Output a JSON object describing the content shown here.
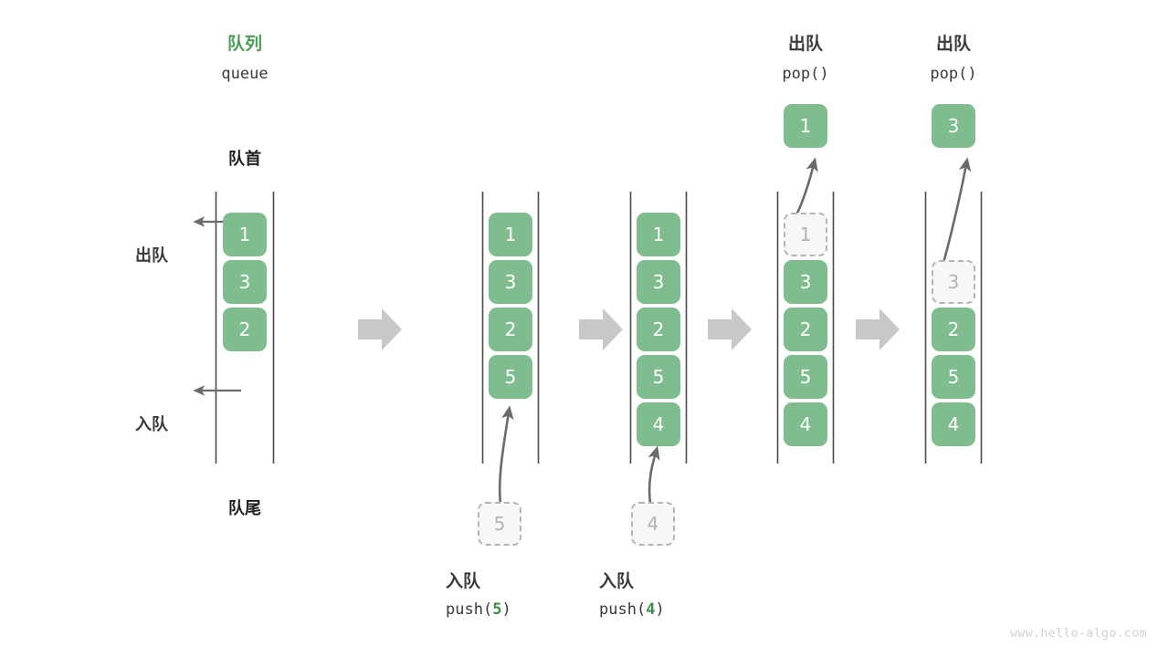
{
  "title": {
    "cn": "队列",
    "en": "queue",
    "color": "#4a9e54"
  },
  "labels": {
    "front": "队首",
    "rear": "队尾",
    "dequeue": "出队",
    "enqueue": "入队"
  },
  "colors": {
    "cell_green": "#7fbd8e",
    "accent_green": "#4a9e54",
    "mono_green": "#3a8f45",
    "ghost_border": "#b4b4b4",
    "ghost_fill": "#f7f7f7",
    "rail": "#4a4a4a",
    "arrow_gray": "#6b6b6b",
    "step_arrow": "#c8c8c8",
    "text": "#3a3a3a"
  },
  "watermark": "www.hello-algo.com",
  "chart_data": {
    "type": "diagram",
    "title": "队列 queue",
    "steps": [
      {
        "id": "initial",
        "heading_cn": "队列",
        "heading_en": "queue",
        "cells": [
          "1",
          "3",
          "2"
        ],
        "ghost_in_queue": null,
        "incoming": null,
        "popped": null,
        "op_cn": null,
        "op_code": null
      },
      {
        "id": "push-5",
        "heading_cn": null,
        "heading_en": null,
        "cells": [
          "1",
          "3",
          "2",
          "5"
        ],
        "ghost_in_queue": null,
        "incoming": "5",
        "popped": null,
        "op_cn": "入队",
        "op_code_prefix": "push(",
        "op_code_num": "5",
        "op_code_suffix": ")"
      },
      {
        "id": "push-4",
        "heading_cn": null,
        "heading_en": null,
        "cells": [
          "1",
          "3",
          "2",
          "5",
          "4"
        ],
        "ghost_in_queue": null,
        "incoming": "4",
        "popped": null,
        "op_cn": "入队",
        "op_code_prefix": "push(",
        "op_code_num": "4",
        "op_code_suffix": ")"
      },
      {
        "id": "pop-1",
        "heading_cn": "出队",
        "heading_en": "pop()",
        "cells": [
          "3",
          "2",
          "5",
          "4"
        ],
        "ghost_in_queue": "1",
        "incoming": null,
        "popped": "1",
        "op_cn": null,
        "op_code": null
      },
      {
        "id": "pop-3",
        "heading_cn": "出队",
        "heading_en": "pop()",
        "cells": [
          "2",
          "5",
          "4"
        ],
        "ghost_in_queue": "3",
        "incoming": null,
        "popped": "3",
        "op_cn": null,
        "op_code": null
      }
    ],
    "annotations": [
      "队首 (front, top)",
      "队尾 (rear, bottom)",
      "出队 arrow points up (dequeue from front)",
      "入队 arrow points up (enqueue at rear)"
    ],
    "transition_arrows": 4
  },
  "steps_text": {
    "s0_title_cn": "队列",
    "s0_title_en": "queue",
    "s1_op_cn": "入队",
    "s1_push_pre": "push(",
    "s1_push_num": "5",
    "s1_push_post": ")",
    "s2_op_cn": "入队",
    "s2_push_pre": "push(",
    "s2_push_num": "4",
    "s2_push_post": ")",
    "s3_head_cn": "出队",
    "s3_head_en": "pop()",
    "s4_head_cn": "出队",
    "s4_head_en": "pop()"
  },
  "cell_values": {
    "s0": [
      "1",
      "3",
      "2"
    ],
    "s1": [
      "1",
      "3",
      "2",
      "5"
    ],
    "s1_in": "5",
    "s2": [
      "1",
      "3",
      "2",
      "5",
      "4"
    ],
    "s2_in": "4",
    "s3_ghost": "1",
    "s3": [
      "3",
      "2",
      "5",
      "4"
    ],
    "s3_out": "1",
    "s4_ghost": "3",
    "s4": [
      "2",
      "5",
      "4"
    ],
    "s4_out": "3"
  }
}
